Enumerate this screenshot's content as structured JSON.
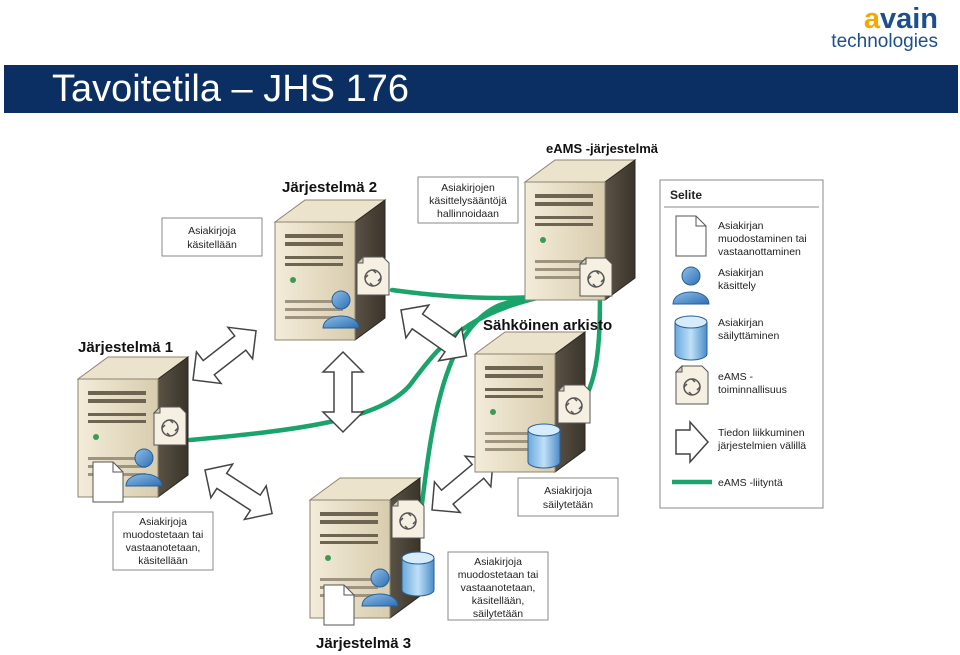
{
  "header": {
    "logo_brand": "avain",
    "logo_brand_accent": "a",
    "logo_brand_rest": "vain",
    "logo_sub": "technologies",
    "title": "Tavoitetila – JHS 176"
  },
  "colors": {
    "title_bar": "#0b2f63",
    "link": "#1aa36b",
    "logo_accent": "#f2a900",
    "logo_blue": "#1d4f8c"
  },
  "systems": {
    "s1": "Järjestelmä 1",
    "s2": "Järjestelmä 2",
    "s3": "Järjestelmä 3",
    "eams": "eAMS -järjestelmä",
    "archive": "Sähköinen arkisto"
  },
  "notes": {
    "s2": [
      "Asiakirjoja",
      "käsitellään"
    ],
    "eams": [
      "Asiakirjojen",
      "käsittelysääntöjä",
      "hallinnoidaan"
    ],
    "s1": [
      "Asiakirjoja",
      "muodostetaan tai",
      "vastaanotetaan,",
      "käsitellään"
    ],
    "archive": [
      "Asiakirjoja",
      "säilytetään"
    ],
    "s3": [
      "Asiakirjoja",
      "muodostetaan tai",
      "vastaanotetaan,",
      "käsitellään,",
      "säilytetään"
    ]
  },
  "legend": {
    "title": "Selite",
    "items": [
      {
        "icon": "document-icon",
        "lines": [
          "Asiakirjan",
          "muodostaminen tai",
          "vastaanottaminen"
        ]
      },
      {
        "icon": "user-icon",
        "lines": [
          "Asiakirjan",
          "käsittely"
        ]
      },
      {
        "icon": "database-icon",
        "lines": [
          "Asiakirjan",
          "säilyttäminen"
        ]
      },
      {
        "icon": "eams-icon",
        "lines": [
          "eAMS -",
          "toiminnallisuus"
        ]
      },
      {
        "icon": "arrow-icon",
        "lines": [
          "Tiedon liikkuminen",
          "järjestelmien välillä"
        ]
      },
      {
        "icon": "green-line-icon",
        "lines": [
          "eAMS -liityntä"
        ]
      }
    ]
  }
}
